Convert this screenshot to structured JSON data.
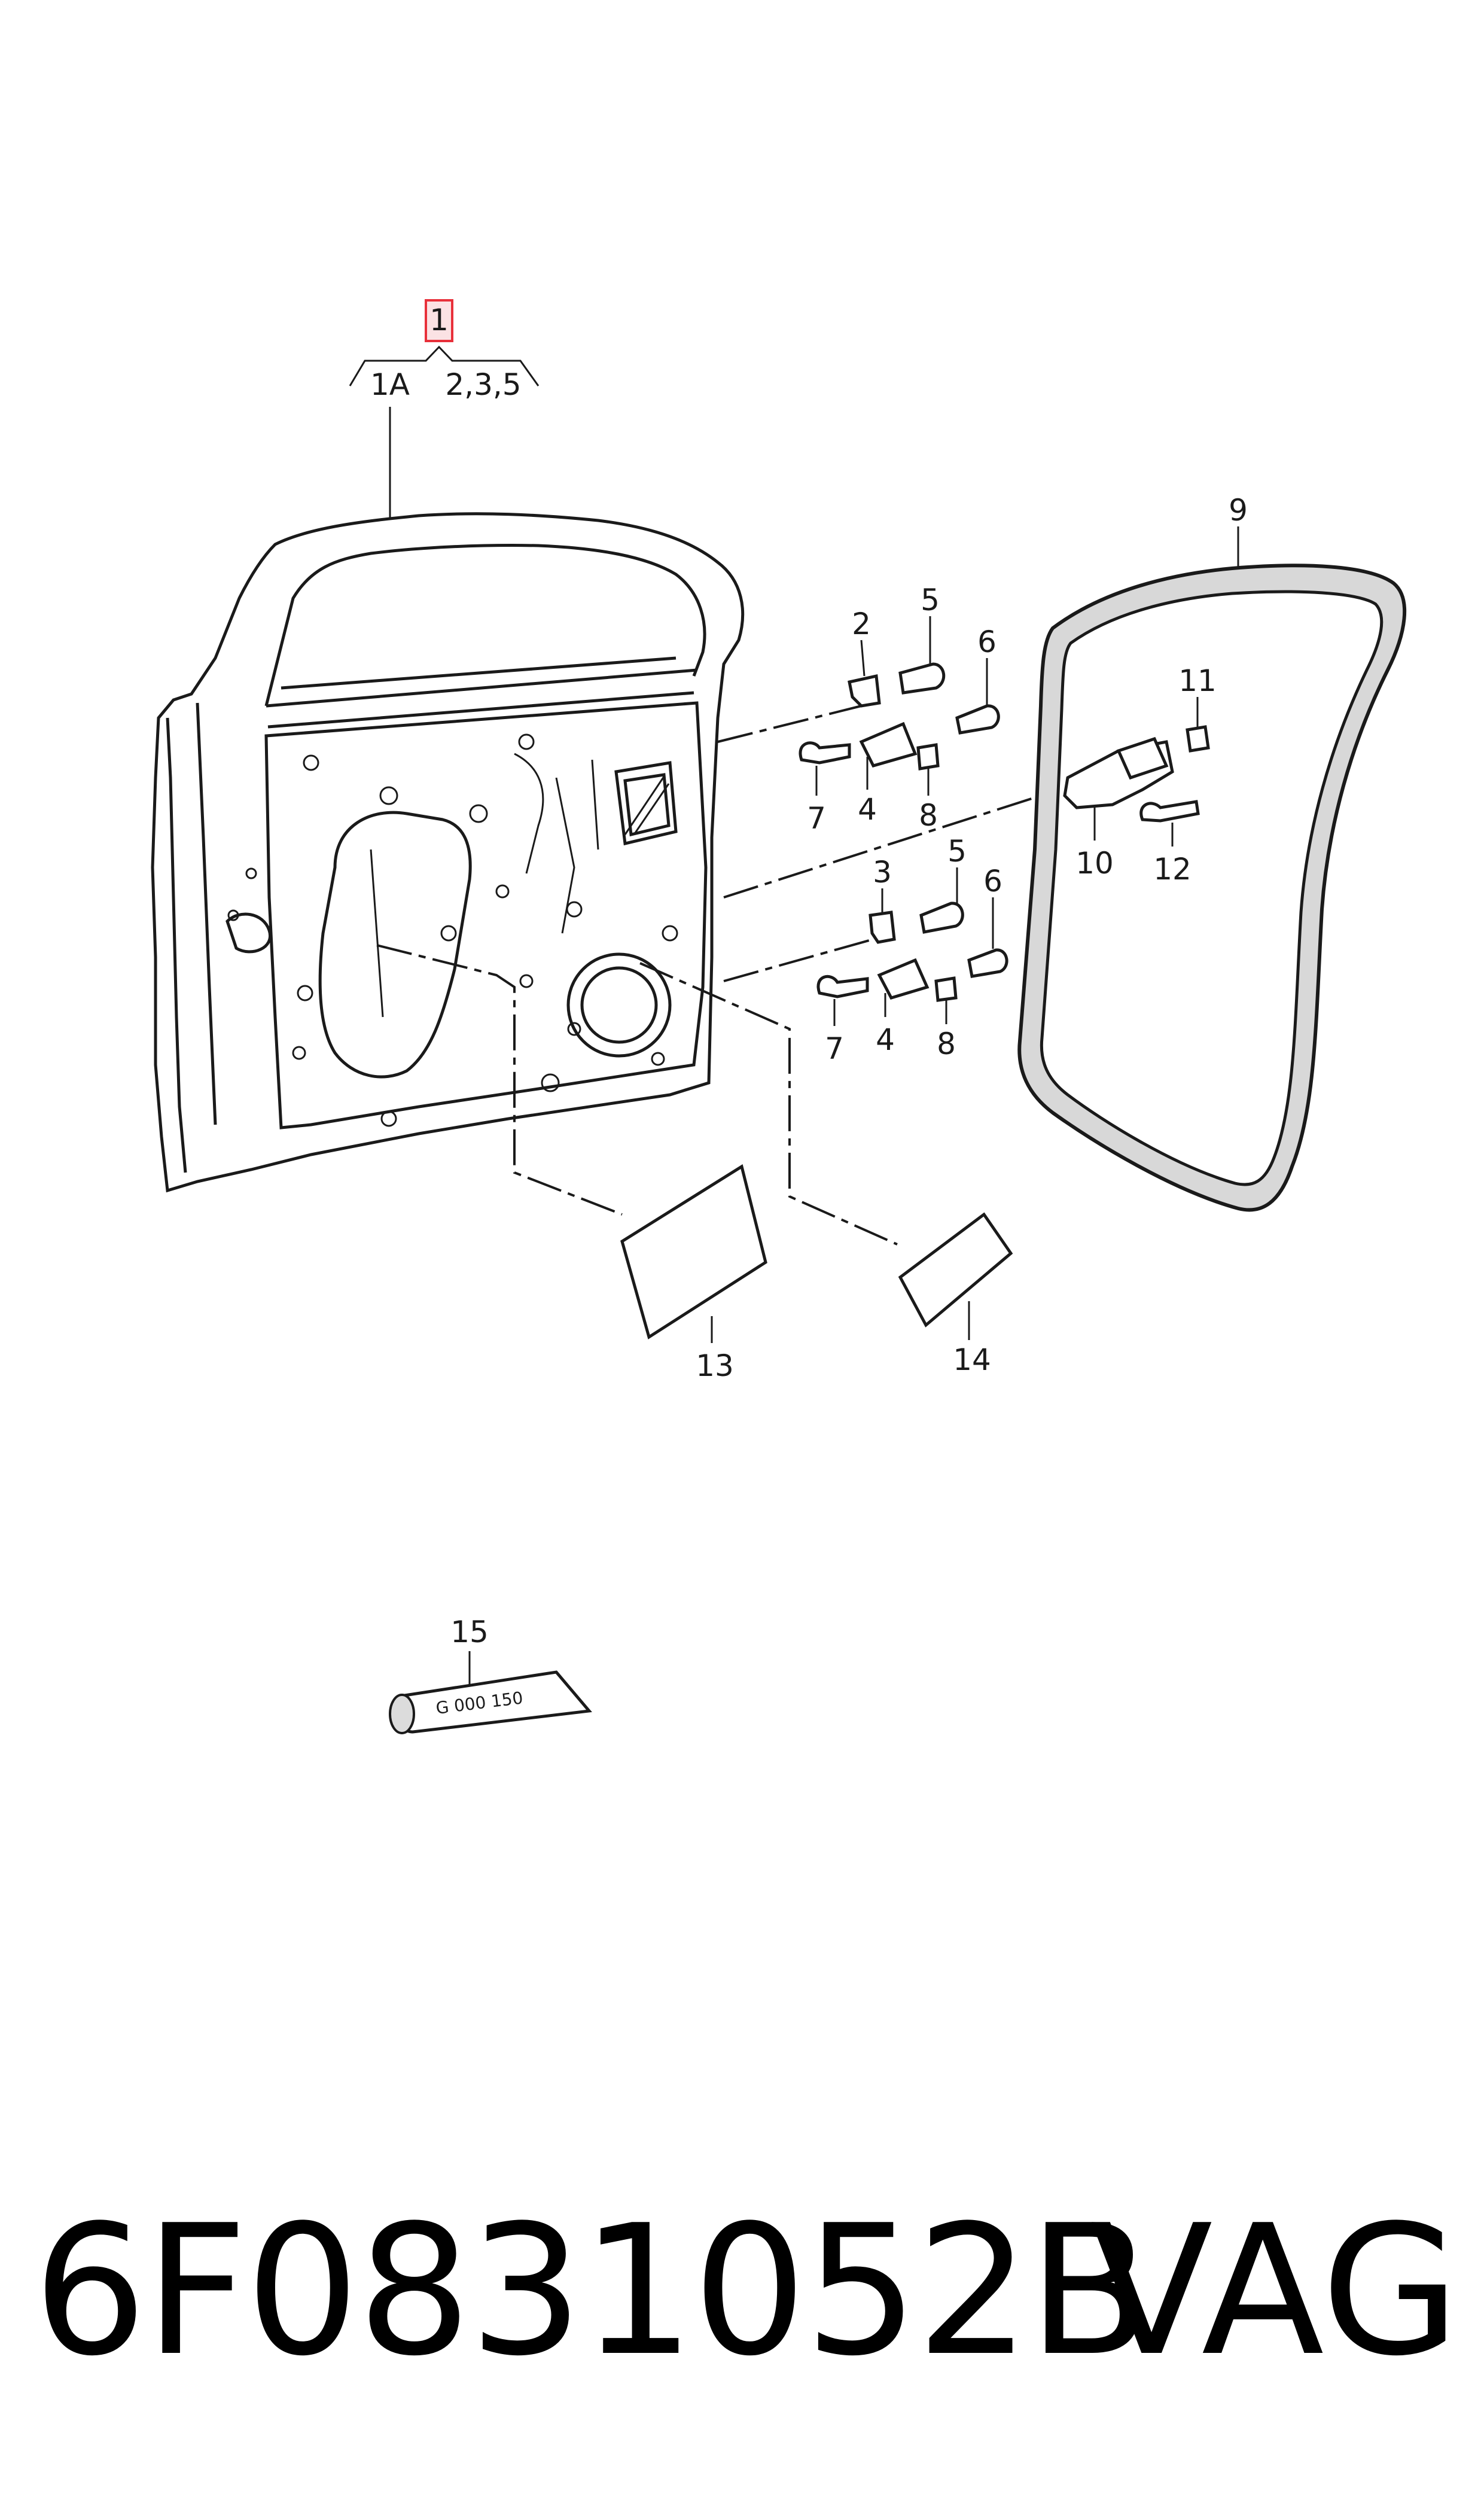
{
  "diagram": {
    "callouts": {
      "c1": "1",
      "c1a": "1A",
      "c235": "2,3,5",
      "c2": "2",
      "c3": "3",
      "c4a": "4",
      "c4b": "4",
      "c5a": "5",
      "c5b": "5",
      "c6a": "6",
      "c6b": "6",
      "c7a": "7",
      "c7b": "7",
      "c8a": "8",
      "c8b": "8",
      "c9": "9",
      "c10": "10",
      "c11": "11",
      "c12": "12",
      "c13": "13",
      "c14": "14",
      "c15": "15"
    },
    "tube_label": "G  000 150",
    "highlight_color": "#e8303a"
  },
  "footer": {
    "part_number": "6F0831052B",
    "brand": "VAG"
  }
}
